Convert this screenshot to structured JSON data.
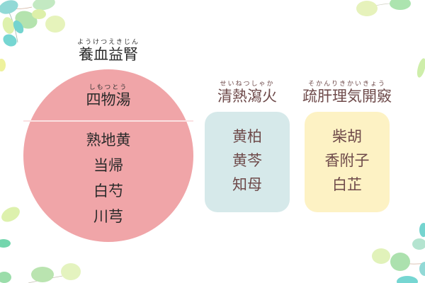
{
  "colors": {
    "circle_fill": "#f0a5a8",
    "circle_divider": "#fbe1e2",
    "blue_box": "#d6e9ea",
    "yellow_box": "#fdf2c4",
    "dark_text": "#2a2a2a",
    "brown_text": "#6e4a4a"
  },
  "main": {
    "title": {
      "reading": "ようけつえきじん",
      "text": "養血益腎"
    },
    "formula": {
      "reading": "しもつとう",
      "name": "四物湯",
      "herbs": [
        "熟地黄",
        "当帰",
        "白芍",
        "川芎"
      ]
    }
  },
  "groups": [
    {
      "reading": "せいねつしゃか",
      "title": "清熱瀉火",
      "herbs": [
        "黄柏",
        "黄芩",
        "知母"
      ]
    },
    {
      "reading": "そかんりきかいきょう",
      "title": "疏肝理気開竅",
      "herbs": [
        "柴胡",
        "香附子",
        "白芷"
      ]
    }
  ]
}
